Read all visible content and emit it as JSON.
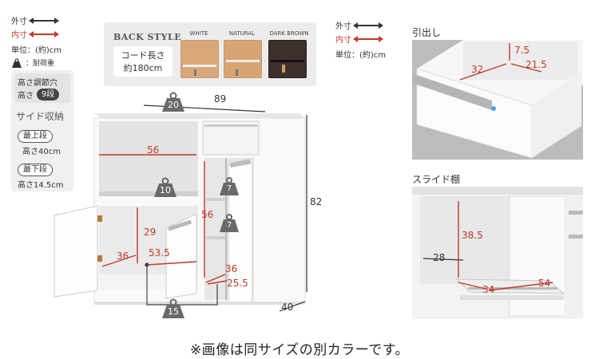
{
  "legend_left": {
    "outer_label": "外寸",
    "inner_label": "内寸",
    "unit_label": "単位：(約)cm",
    "load_label": "：耐荷重"
  },
  "legend_right": {
    "outer_label": "外寸",
    "inner_label": "内寸",
    "unit_label": "単位：(約)cm"
  },
  "back_style": {
    "title": "BACK STYLE",
    "cord_line1": "コード長さ",
    "cord_line2": "約180cm",
    "swatches": [
      {
        "label": "WHITE",
        "color": "#d9a878"
      },
      {
        "label": "NATURAL",
        "color": "#d7a573"
      },
      {
        "label": "DARK BROWN",
        "color": "#3b302a"
      }
    ]
  },
  "side_info": {
    "adjust_line1": "高さ調節穴",
    "adjust_line2": "高さ",
    "adjust_badge": "9段",
    "side_title": "サイド収納",
    "top_shelf_label": "最上段",
    "top_shelf_height": "高さ40cm",
    "bottom_shelf_label": "最下段",
    "bottom_shelf_height": "高さ14.5cm"
  },
  "cabinet": {
    "outer_width": "89",
    "outer_height": "82",
    "outer_depth": "40",
    "inner_top_width": "56",
    "inner_lower_height": "29",
    "inner_lower_depth": "36",
    "inner_lower_width": "53.5",
    "inner_side_height": "56",
    "inner_side_depth": "36",
    "inner_side_width": "25.5",
    "loads": {
      "top": "20",
      "middle": "10",
      "side_upper": "7",
      "side_lower": "7",
      "bottom": "15"
    }
  },
  "drawer": {
    "title": "引出し",
    "height": "7.5",
    "width": "32",
    "depth": "21.5"
  },
  "slide_shelf": {
    "title": "スライド棚",
    "height": "38.5",
    "outer_depth": "28",
    "width": "34",
    "depth": "54"
  },
  "footer": {
    "note": "※画像は同サイズの別カラーです。"
  },
  "colors": {
    "red": "#c0392b",
    "load_icon": "#6a6a6a"
  }
}
